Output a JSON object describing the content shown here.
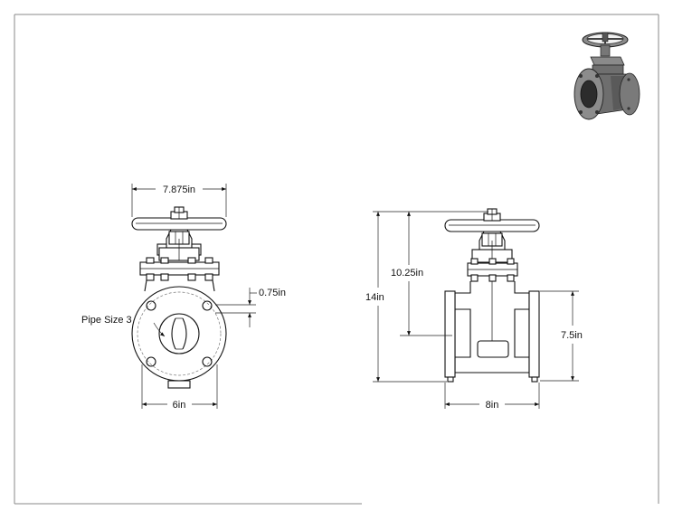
{
  "dimensions": {
    "front_width": "7.875in",
    "flange_thickness": "0.75in",
    "pipe_size": "Pipe Size 3",
    "bolt_spacing": "6in",
    "side_total_height": "14in",
    "side_center_height": "10.25in",
    "flange_diameter": "7.5in",
    "face_to_face": "8in"
  },
  "colors": {
    "line": "#111111",
    "frame": "#888888",
    "iso_body": "#6e6e6e"
  },
  "icons": {
    "iso_preview": "gate-valve-isometric-icon"
  }
}
